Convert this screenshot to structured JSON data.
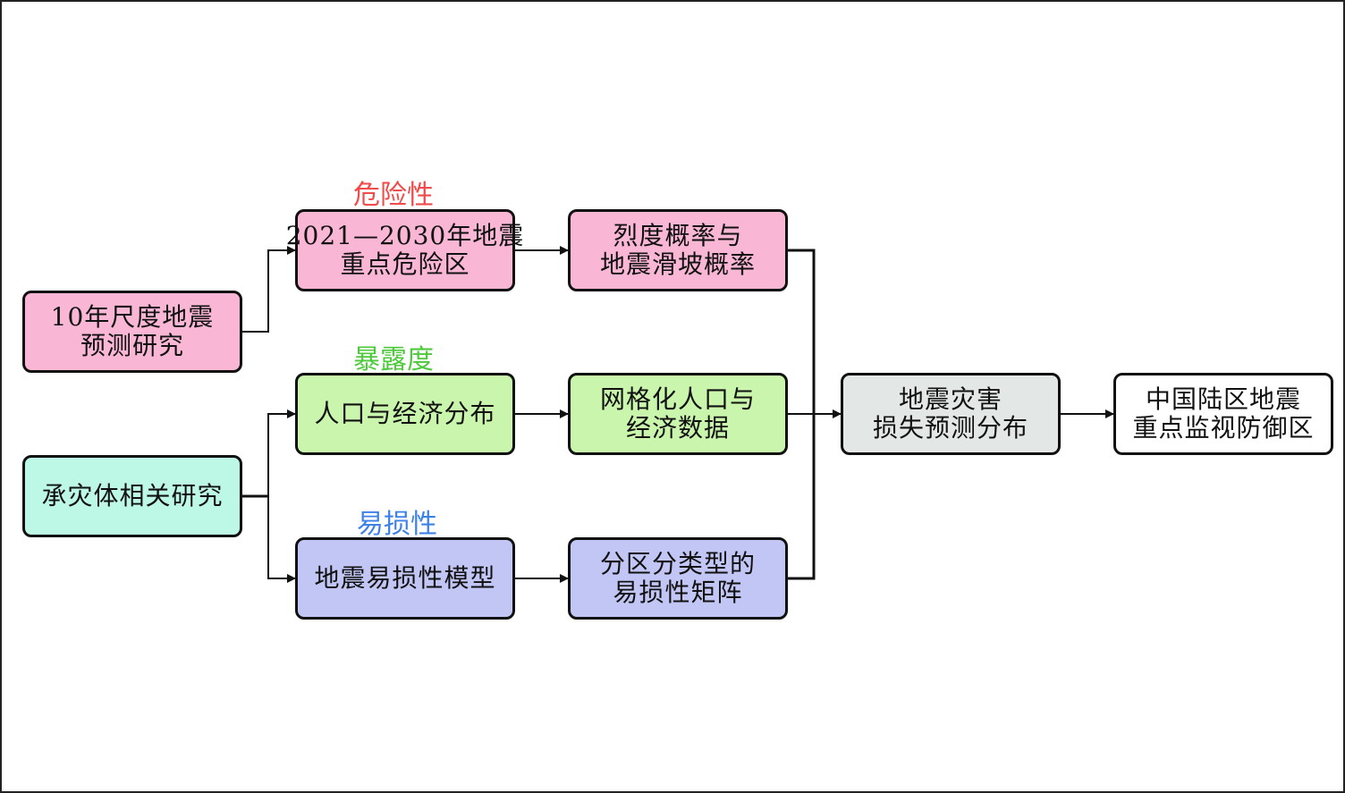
{
  "colors": {
    "hazard_fill": "#f9b6d5",
    "exposure_fill": "#c9f5ac",
    "vulnerability_fill": "#c2c6f5",
    "bearing_fill": "#bdf7e6",
    "loss_fill": "#e3e8e6",
    "output_fill": "#ffffff",
    "hazard_text": "#f04a4a",
    "exposure_text": "#4fc93c",
    "vulnerability_text": "#3e82e8"
  },
  "categories": {
    "hazard": "危险性",
    "exposure": "暴露度",
    "vulnerability": "易损性"
  },
  "nodes": {
    "forecast_study": {
      "line1": "10年尺度地震",
      "line2": "预测研究"
    },
    "bearing_study": {
      "line1": "承灾体相关研究"
    },
    "risk_zone": {
      "line1": "2021—2030年地震",
      "line2": "重点危险区"
    },
    "pop_econ": {
      "line1": "人口与经济分布"
    },
    "vuln_model": {
      "line1": "地震易损性模型"
    },
    "intensity": {
      "line1": "烈度概率与",
      "line2": "地震滑坡概率"
    },
    "grid_data": {
      "line1": "网格化人口与",
      "line2": "经济数据"
    },
    "vuln_matrix": {
      "line1": "分区分类型的",
      "line2": "易损性矩阵"
    },
    "loss_forecast": {
      "line1": "地震灾害",
      "line2": "损失预测分布"
    },
    "monitor_zone": {
      "line1": "中国陆区地震",
      "line2": "重点监视防御区"
    }
  }
}
